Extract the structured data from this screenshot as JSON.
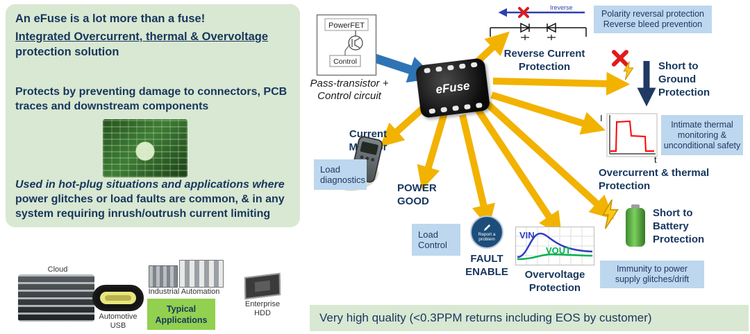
{
  "intro": {
    "headline": "An eFuse is a lot more than a fuse!",
    "subhead_underlined": "Integrated Overcurrent, thermal & Overvoltage",
    "subhead_rest": "protection solution",
    "para1_lead": "Protects",
    "para1_rest": " by preventing damage to connectors, PCB traces and downstream components",
    "para2_italic": "Used in hot-plug situations and applications where",
    "para2_rest": " power glitches or load faults are common, & in any system requiring inrush/outrush current limiting"
  },
  "powerfet": {
    "title": "PowerFET",
    "control_label": "Control",
    "caption1": "Pass-transistor +",
    "caption2": "Control circuit"
  },
  "chip_label": "eFuse",
  "reverse_current": {
    "ireverse_label": "Ireverse",
    "title1": "Reverse Current",
    "title2": "Protection",
    "info1": "Polarity reversal protection",
    "info2": "Reverse bleed prevention"
  },
  "short_to_ground": {
    "t1": "Short to",
    "t2": "Ground",
    "t3": "Protection"
  },
  "overcurrent": {
    "axis_y": "I",
    "axis_x": "t",
    "title1": "Overcurrent & thermal",
    "title2": "Protection",
    "info1": "Intimate thermal",
    "info2": "monitoring &",
    "info3": "unconditional safety"
  },
  "short_to_battery": {
    "t1": "Short to",
    "t2": "Battery",
    "t3": "Protection"
  },
  "overvoltage": {
    "vin": "VIN",
    "vout": "VOUT",
    "title1": "Overvoltage",
    "title2": "Protection",
    "info1": "Immunity to power",
    "info2": "supply glitches/drift"
  },
  "fault_enable": {
    "badge1": "Report a",
    "badge2": "problem",
    "title1": "FAULT",
    "title2": "ENABLE"
  },
  "load_control": {
    "l1": "Load",
    "l2": "Control"
  },
  "power_good": {
    "l1": "POWER",
    "l2": "GOOD"
  },
  "current_monitor": {
    "t1": "Current",
    "t2": "Monitor",
    "info1": "Load",
    "info2": "diagnostics"
  },
  "applications": {
    "cloud": "Cloud",
    "automotive1": "Automotive",
    "automotive2": "USB",
    "industrial": "Industrial Automation",
    "typical1": "Typical",
    "typical2": "Applications",
    "hdd1": "Enterprise",
    "hdd2": "HDD"
  },
  "quality_banner": "Very high quality (<0.3PPM returns including EOS by customer)",
  "icons": {
    "reverse_blocked": "x-mark",
    "short_to_ground_blocked": "x-mark",
    "lightning": "lightning-bolt",
    "report_problem": "pencil"
  },
  "colors": {
    "navy_text": "#17365d",
    "panel_green": "#d9e8d2",
    "info_blue": "#bdd7ee",
    "arrow_yellow": "#f2b200",
    "arrow_blue": "#2e74b5",
    "typical_green": "#92d050",
    "vin_blue": "#2d3fc0",
    "vout_green": "#00b050",
    "curve_red": "#ff0000",
    "battery_green": "#5aa33a"
  }
}
